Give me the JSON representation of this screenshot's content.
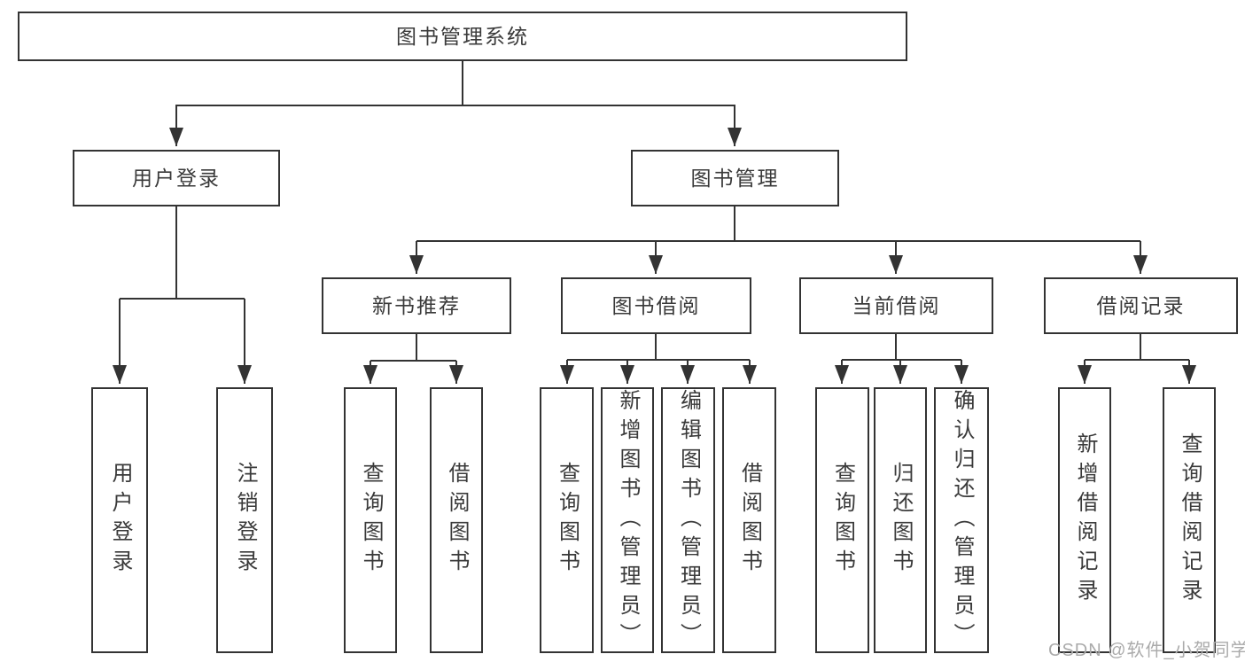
{
  "colors": {
    "line": "#333333",
    "box_border": "#333333",
    "text": "#3a3a3a",
    "watermark": "#ababab",
    "background": "#ffffff"
  },
  "root": {
    "label": "图书管理系统"
  },
  "branches": [
    {
      "label": "用户登录",
      "children": [
        "用户登录",
        "注销登录"
      ]
    },
    {
      "label": "图书管理"
    }
  ],
  "modules": [
    {
      "label": "新书推荐",
      "children": [
        "查询图书",
        "借阅图书"
      ]
    },
    {
      "label": "图书借阅",
      "children": [
        "查询图书",
        "新增图书（管理员）",
        "编辑图书（管理员）",
        "借阅图书"
      ]
    },
    {
      "label": "当前借阅",
      "children": [
        "查询图书",
        "归还图书",
        "确认归还（管理员）"
      ]
    },
    {
      "label": "借阅记录",
      "children": [
        "新增借阅记录",
        "查询借阅记录"
      ]
    }
  ],
  "watermark": "CSDN @软件_小贺同学"
}
